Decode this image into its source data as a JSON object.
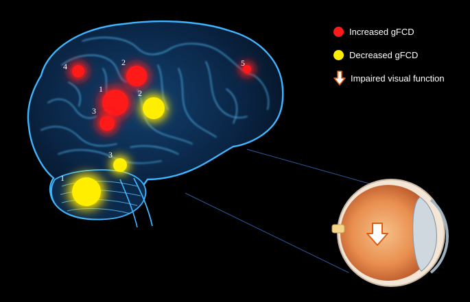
{
  "legend": {
    "increased": "Increased gFCD",
    "decreased": "Decreased gFCD",
    "impaired": "Impaired visual function"
  },
  "colors": {
    "increased": "#ff1a1a",
    "decreased": "#ffee00",
    "brain_line": "#3fb6ff",
    "arrow_fill": "#ffffff",
    "arrow_stroke": "#e05a10"
  },
  "regions": {
    "red": [
      {
        "label": "1"
      },
      {
        "label": "2"
      },
      {
        "label": "3"
      },
      {
        "label": "4"
      },
      {
        "label": "5"
      }
    ],
    "yellow": [
      {
        "label": "1"
      },
      {
        "label": "2"
      },
      {
        "label": "3"
      }
    ]
  }
}
